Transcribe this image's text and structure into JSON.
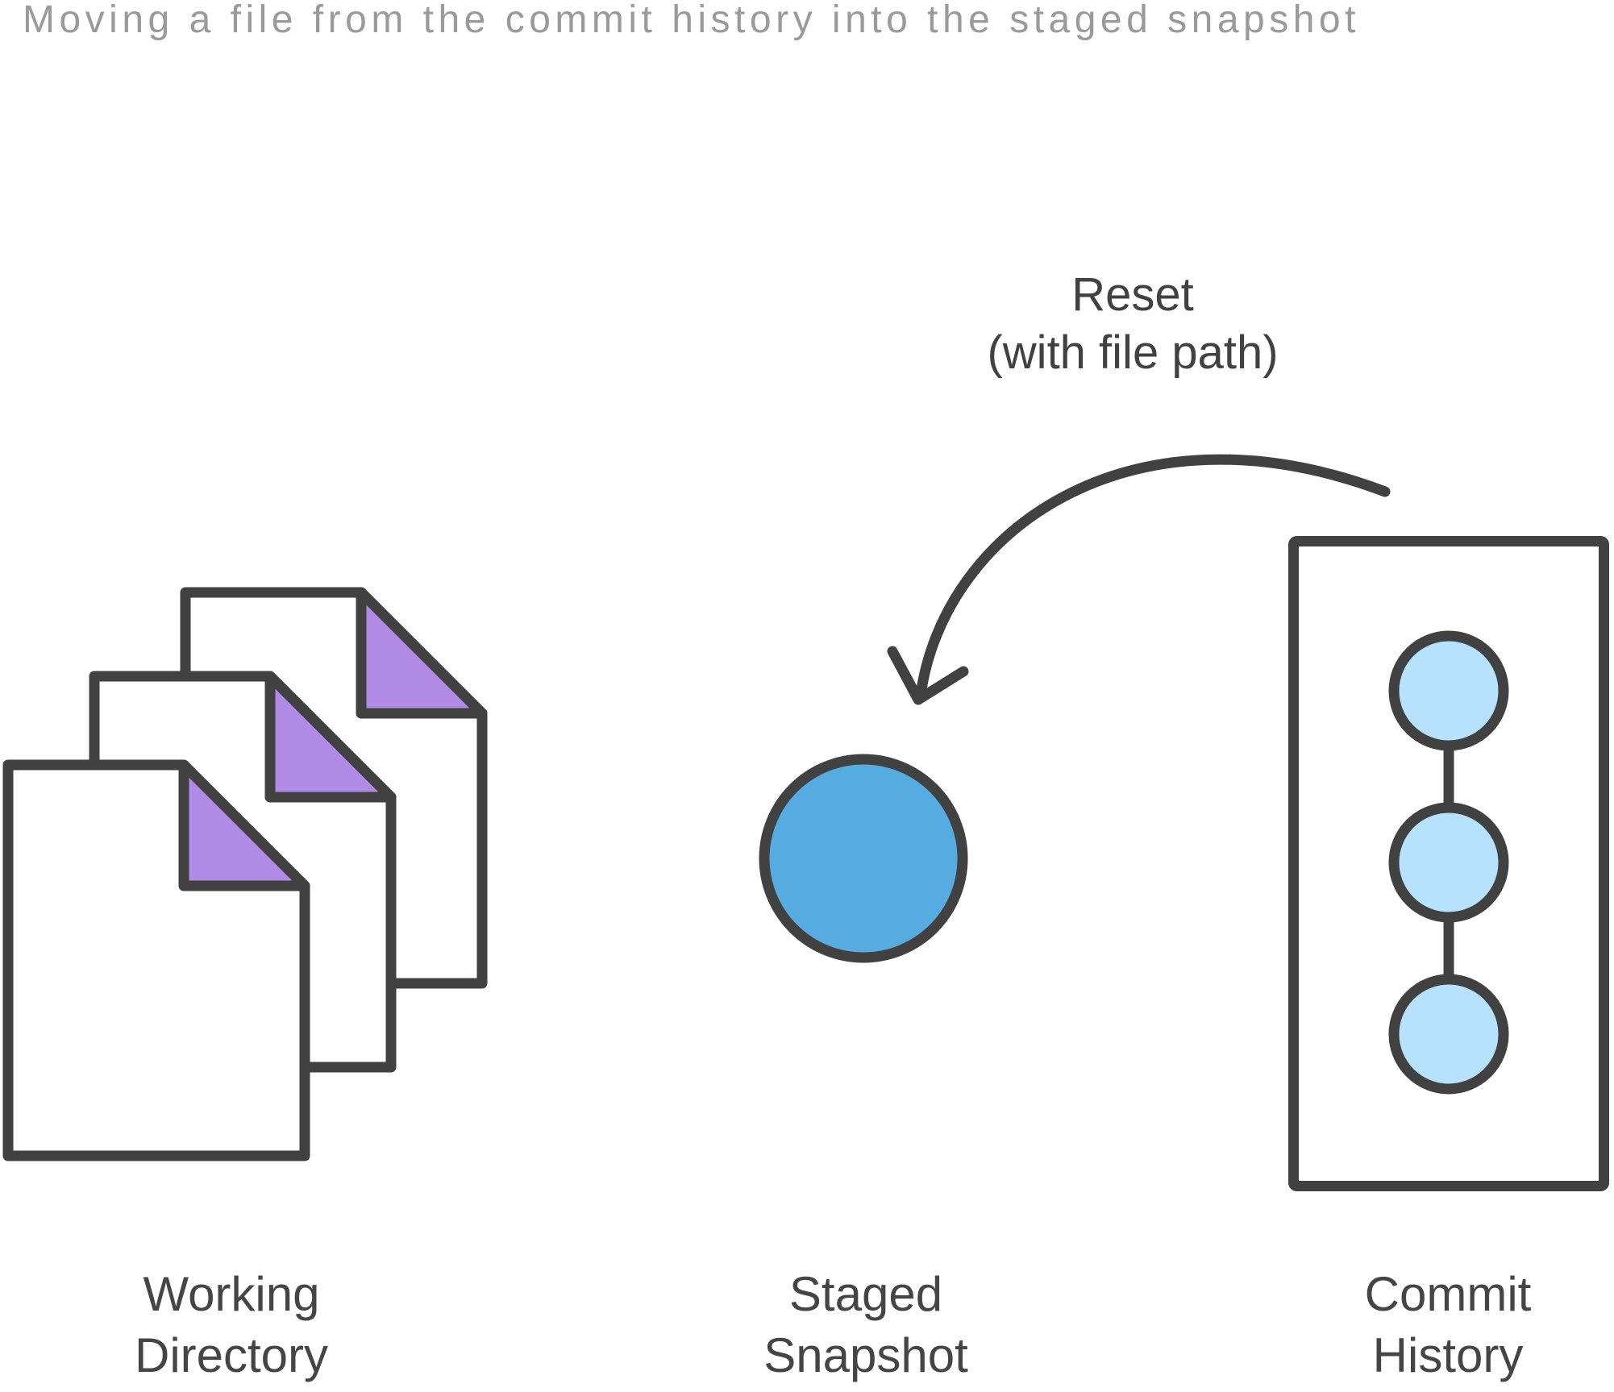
{
  "title": "Moving a file from the commit history into the staged snapshot",
  "arrow": {
    "label_line1": "Reset",
    "label_line2": "(with file path)",
    "from": "commit-history",
    "to": "staged-snapshot"
  },
  "columns": {
    "working_directory": {
      "label_line1": "Working",
      "label_line2": "Directory",
      "icon": "stacked-files-icon"
    },
    "staged_snapshot": {
      "label_line1": "Staged",
      "label_line2": "Snapshot",
      "icon": "blue-circle-icon"
    },
    "commit_history": {
      "label_line1": "Commit",
      "label_line2": "History",
      "icon": "commit-chain-icon"
    }
  },
  "colors": {
    "background": "#FFFFFF",
    "title_text": "#9A9A9A",
    "label_text": "#454545",
    "outline": "#414141",
    "file_fill": "#FFFFFF",
    "fold_purple": "#B18AE6",
    "staged_blue": "#56ABE0",
    "commit_blue": "#B6E2FD"
  }
}
